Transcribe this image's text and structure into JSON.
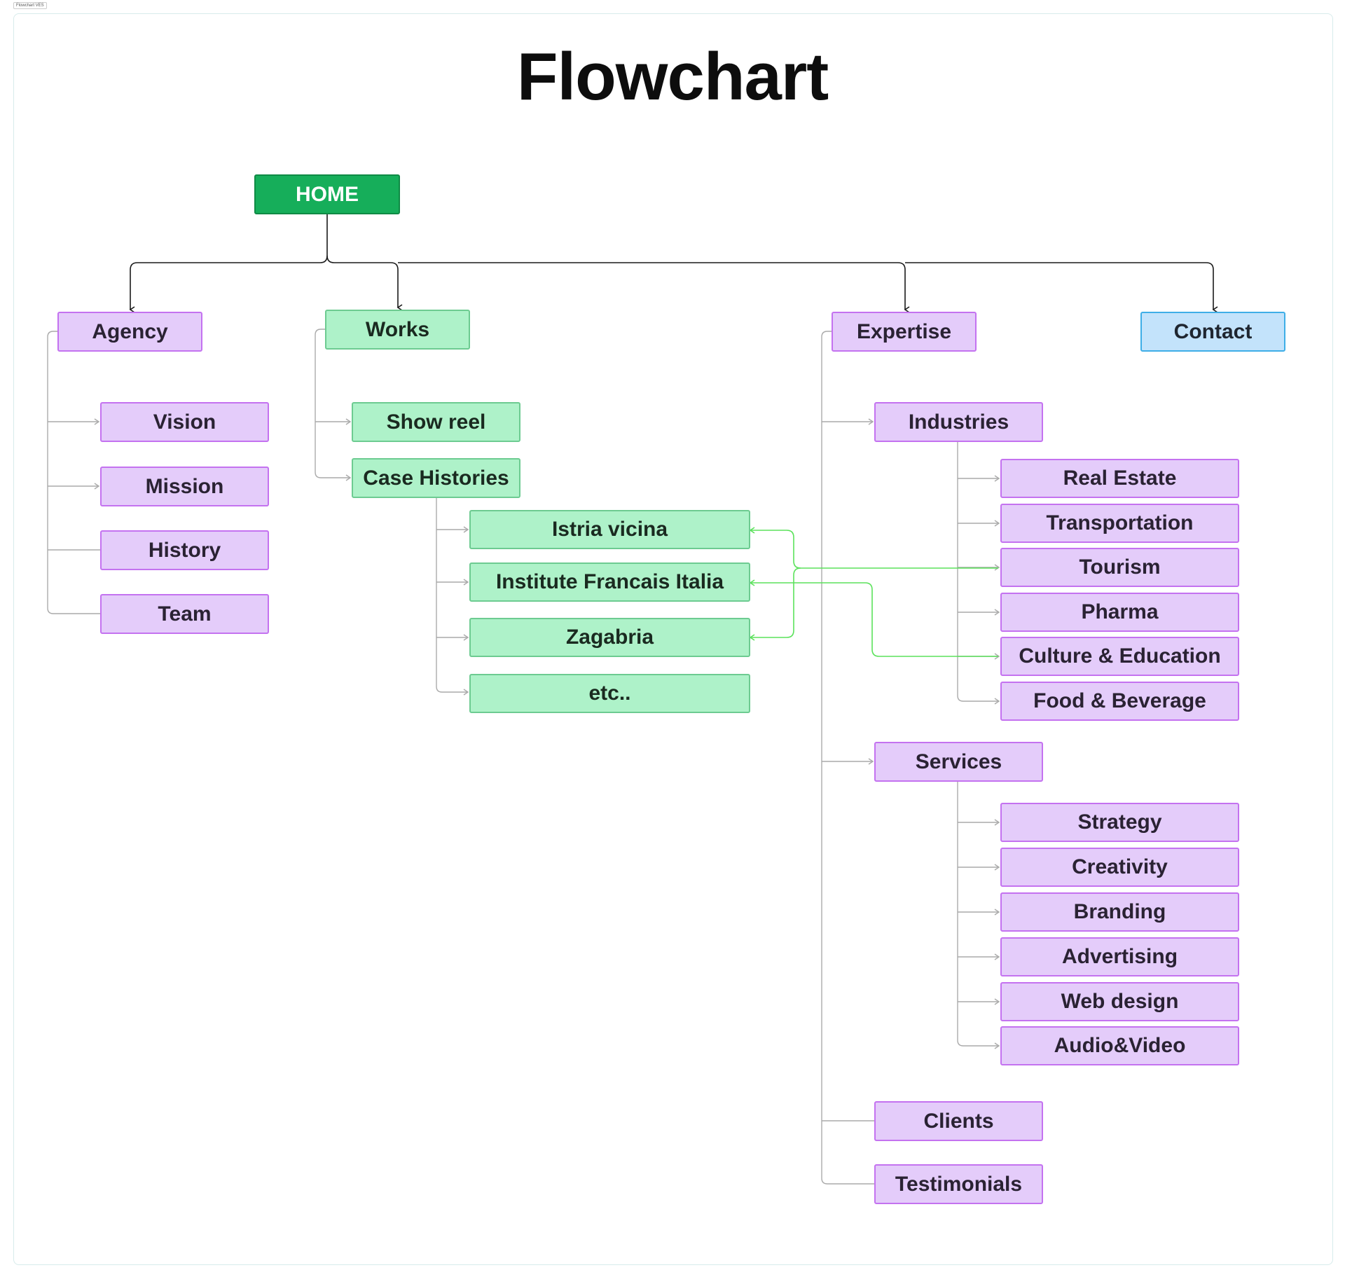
{
  "tab_label": "Flowchart VES",
  "title": "Flowchart",
  "colors": {
    "purple": "#e4ccfa",
    "green": "#aef2c9",
    "blue": "#c3e3fb",
    "home": "#16ae5a",
    "cross_link": "#5be25b"
  },
  "nodes": {
    "home": "HOME",
    "agency": "Agency",
    "works": "Works",
    "expertise": "Expertise",
    "contact": "Contact",
    "vision": "Vision",
    "mission": "Mission",
    "history": "History",
    "team": "Team",
    "show_reel": "Show reel",
    "case_histories": "Case Histories",
    "istria_vicina": "Istria vicina",
    "institute_francais": "Institute Francais Italia",
    "zagabria": "Zagabria",
    "etc": "etc..",
    "industries": "Industries",
    "real_estate": "Real Estate",
    "transportation": "Transportation",
    "tourism": "Tourism",
    "pharma": "Pharma",
    "culture_education": "Culture & Education",
    "food_beverage": "Food & Beverage",
    "services": "Services",
    "strategy": "Strategy",
    "creativity": "Creativity",
    "branding": "Branding",
    "advertising": "Advertising",
    "web_design": "Web design",
    "audio_video": "Audio&Video",
    "clients": "Clients",
    "testimonials": "Testimonials"
  }
}
